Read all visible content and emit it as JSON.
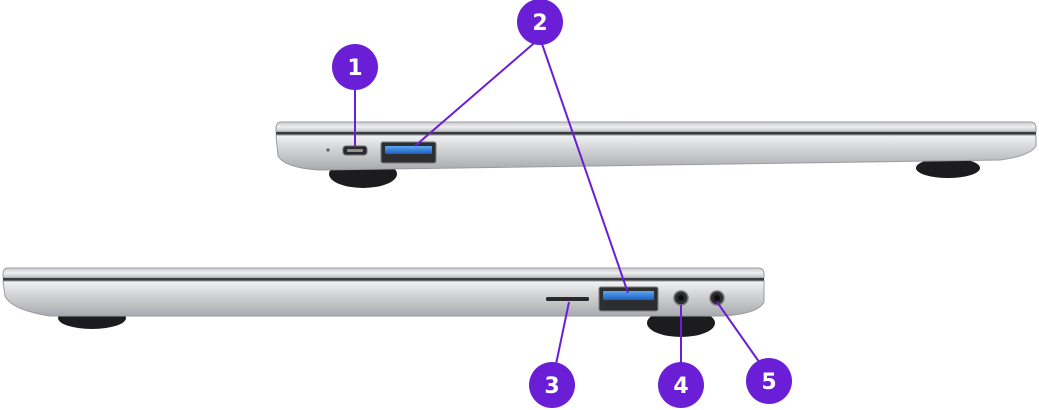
{
  "colors": {
    "callout": "#6a1fd6",
    "leader_line": "#6a1fd6",
    "chassis_light": "#e6e7e9",
    "chassis_mid": "#c4c5c8",
    "chassis_dark": "#8c8d90",
    "seam": "#3b3c3f",
    "port_blue": "#1f6fd1",
    "foot": "#1c1c1e"
  },
  "callouts": [
    {
      "number": "1",
      "target": "micro-usb-port"
    },
    {
      "number": "2",
      "target": "usb-a-ports"
    },
    {
      "number": "3",
      "target": "micro-sd-slot"
    },
    {
      "number": "4",
      "target": "audio-jack"
    },
    {
      "number": "5",
      "target": "dc-power-jack"
    }
  ]
}
